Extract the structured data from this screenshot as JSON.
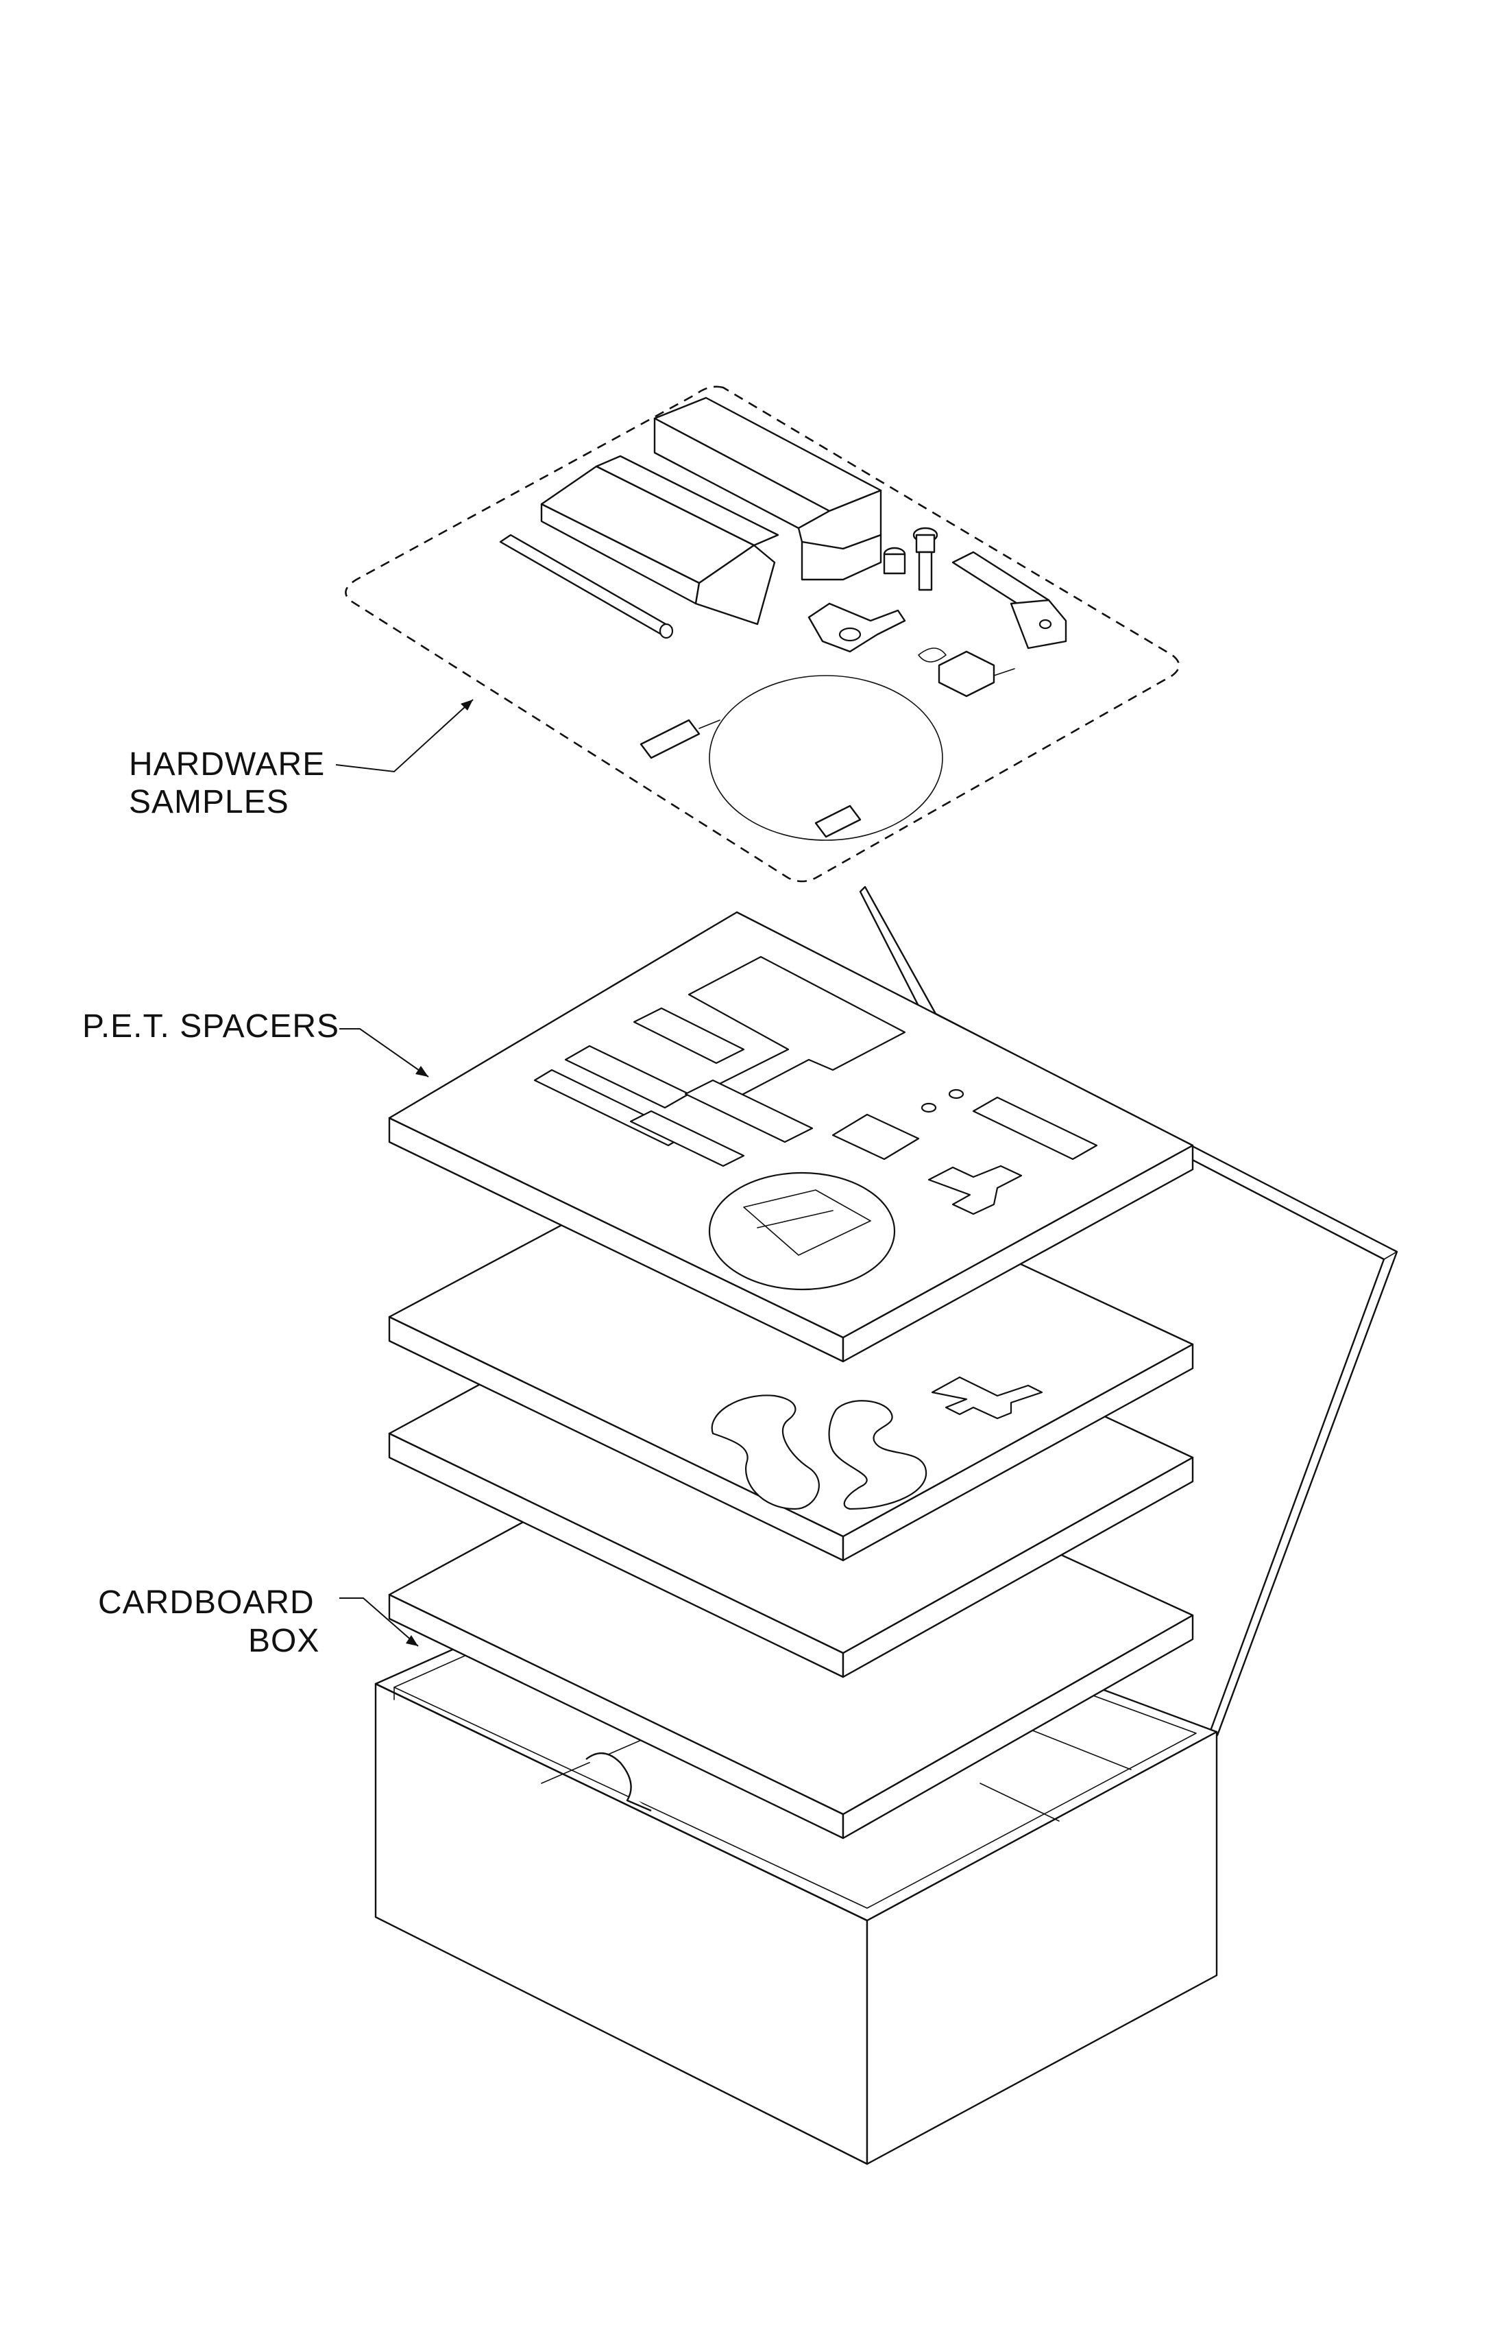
{
  "callouts": {
    "hardware_line1": "HARDWARE",
    "hardware_line2": "SAMPLES",
    "spacers": "P.E.T. SPACERS",
    "box_line1": "CARDBOARD",
    "box_line2": "BOX"
  }
}
